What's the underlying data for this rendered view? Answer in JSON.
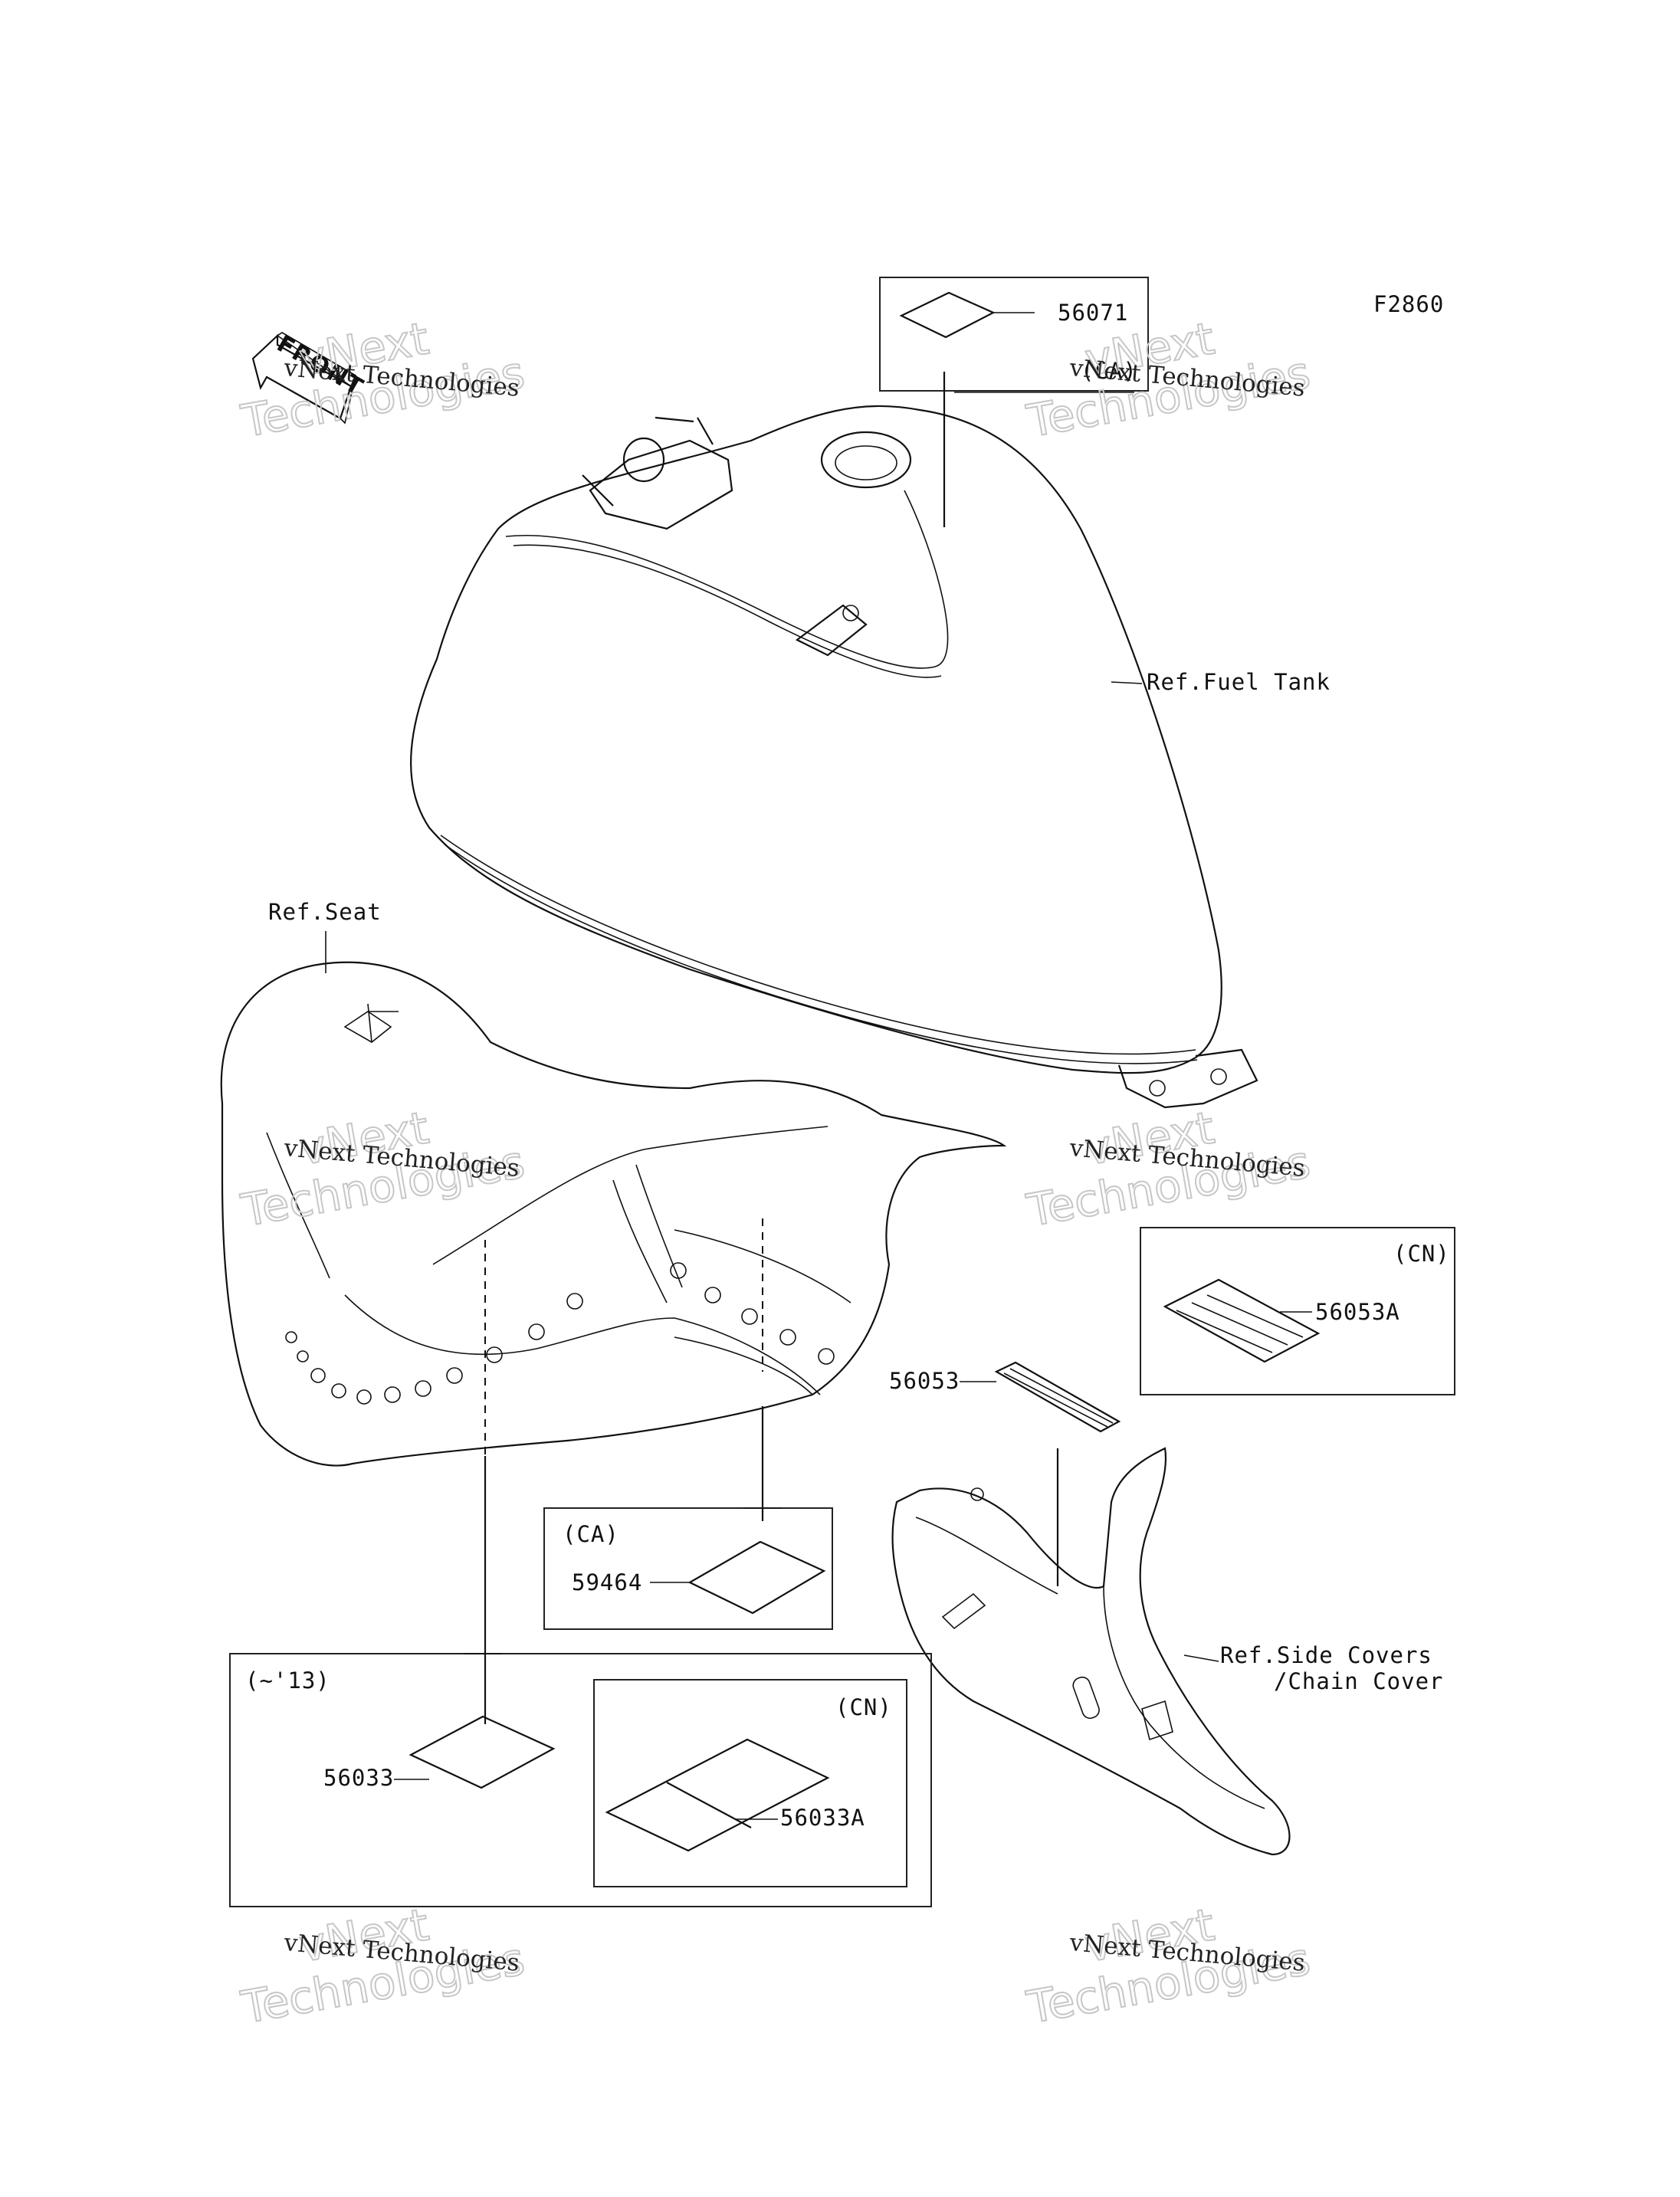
{
  "figure_code": "F2860",
  "front_label": "FRONT",
  "watermark": {
    "brand_line": "vNext Technologies",
    "big_line_1": "vNext",
    "big_line_2": "Technologies"
  },
  "parts": {
    "p56071": "56071",
    "p56053A": "56053A",
    "p56053": "56053",
    "p59464": "59464",
    "p56033": "56033",
    "p56033A": "56033A"
  },
  "refs": {
    "fuel_tank": "Ref.Fuel Tank",
    "seat": "Ref.Seat",
    "side_covers_1": "Ref.Side Covers",
    "side_covers_2": "/Chain Cover"
  },
  "regions": {
    "ca_top": "(CA)",
    "cn_right": "(CN)",
    "ca_mid": "(CA)",
    "year": "(~'13)",
    "cn_bottom": "(CN)"
  },
  "colors": {
    "line": "#111111",
    "watermark": "#c7c7c7",
    "background": "#ffffff"
  }
}
